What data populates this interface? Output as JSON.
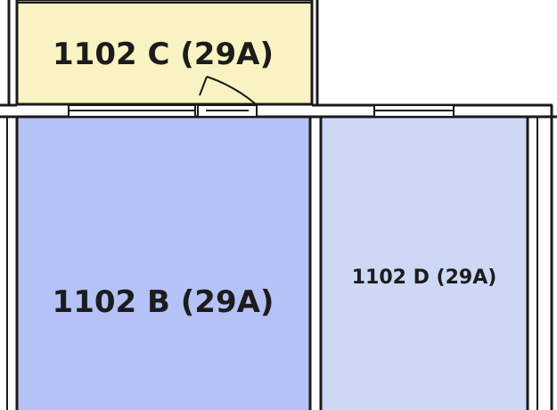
{
  "rooms": [
    {
      "id": "c",
      "label": "1102 C (29A)",
      "color": "#f9f3c3"
    },
    {
      "id": "b",
      "label": "1102 B (29A)",
      "color": "#b5c2f6"
    },
    {
      "id": "d",
      "label": "1102 D (29A)",
      "color": "#cdd8f5"
    }
  ],
  "colors": {
    "wall": "#1a1a1a",
    "window": "#1a1a1a",
    "background": "#ffffff"
  },
  "icons": [
    "door-swing-icon",
    "window-icon"
  ]
}
